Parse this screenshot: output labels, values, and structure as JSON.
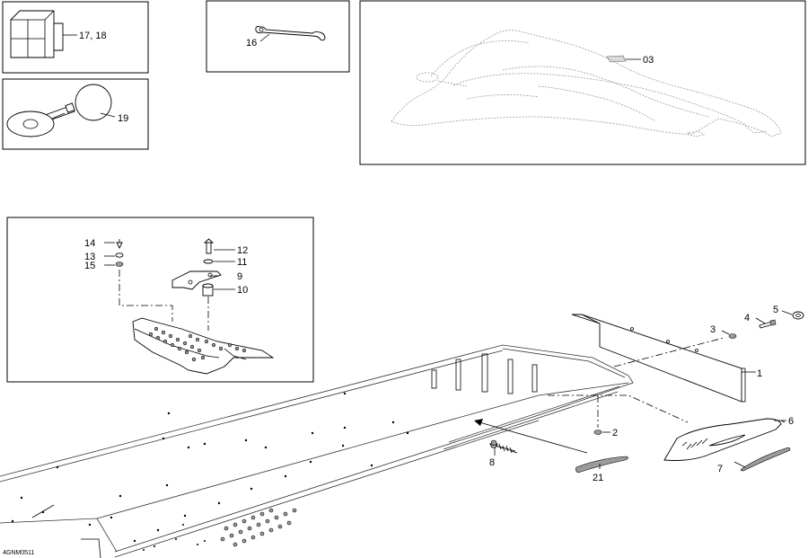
{
  "callouts": {
    "c17_18": "17, 18",
    "c16": "16",
    "c03": "03",
    "c19": "19",
    "c14": "14",
    "c13": "13",
    "c15": "15",
    "c12": "12",
    "c11": "11",
    "c9": "9",
    "c10": "10",
    "c5": "5",
    "c4": "4",
    "c3": "3",
    "c1": "1",
    "c6": "6",
    "c2": "2",
    "c8": "8",
    "c7": "7",
    "c21": "21"
  },
  "drawing_code": "4GNM0511"
}
